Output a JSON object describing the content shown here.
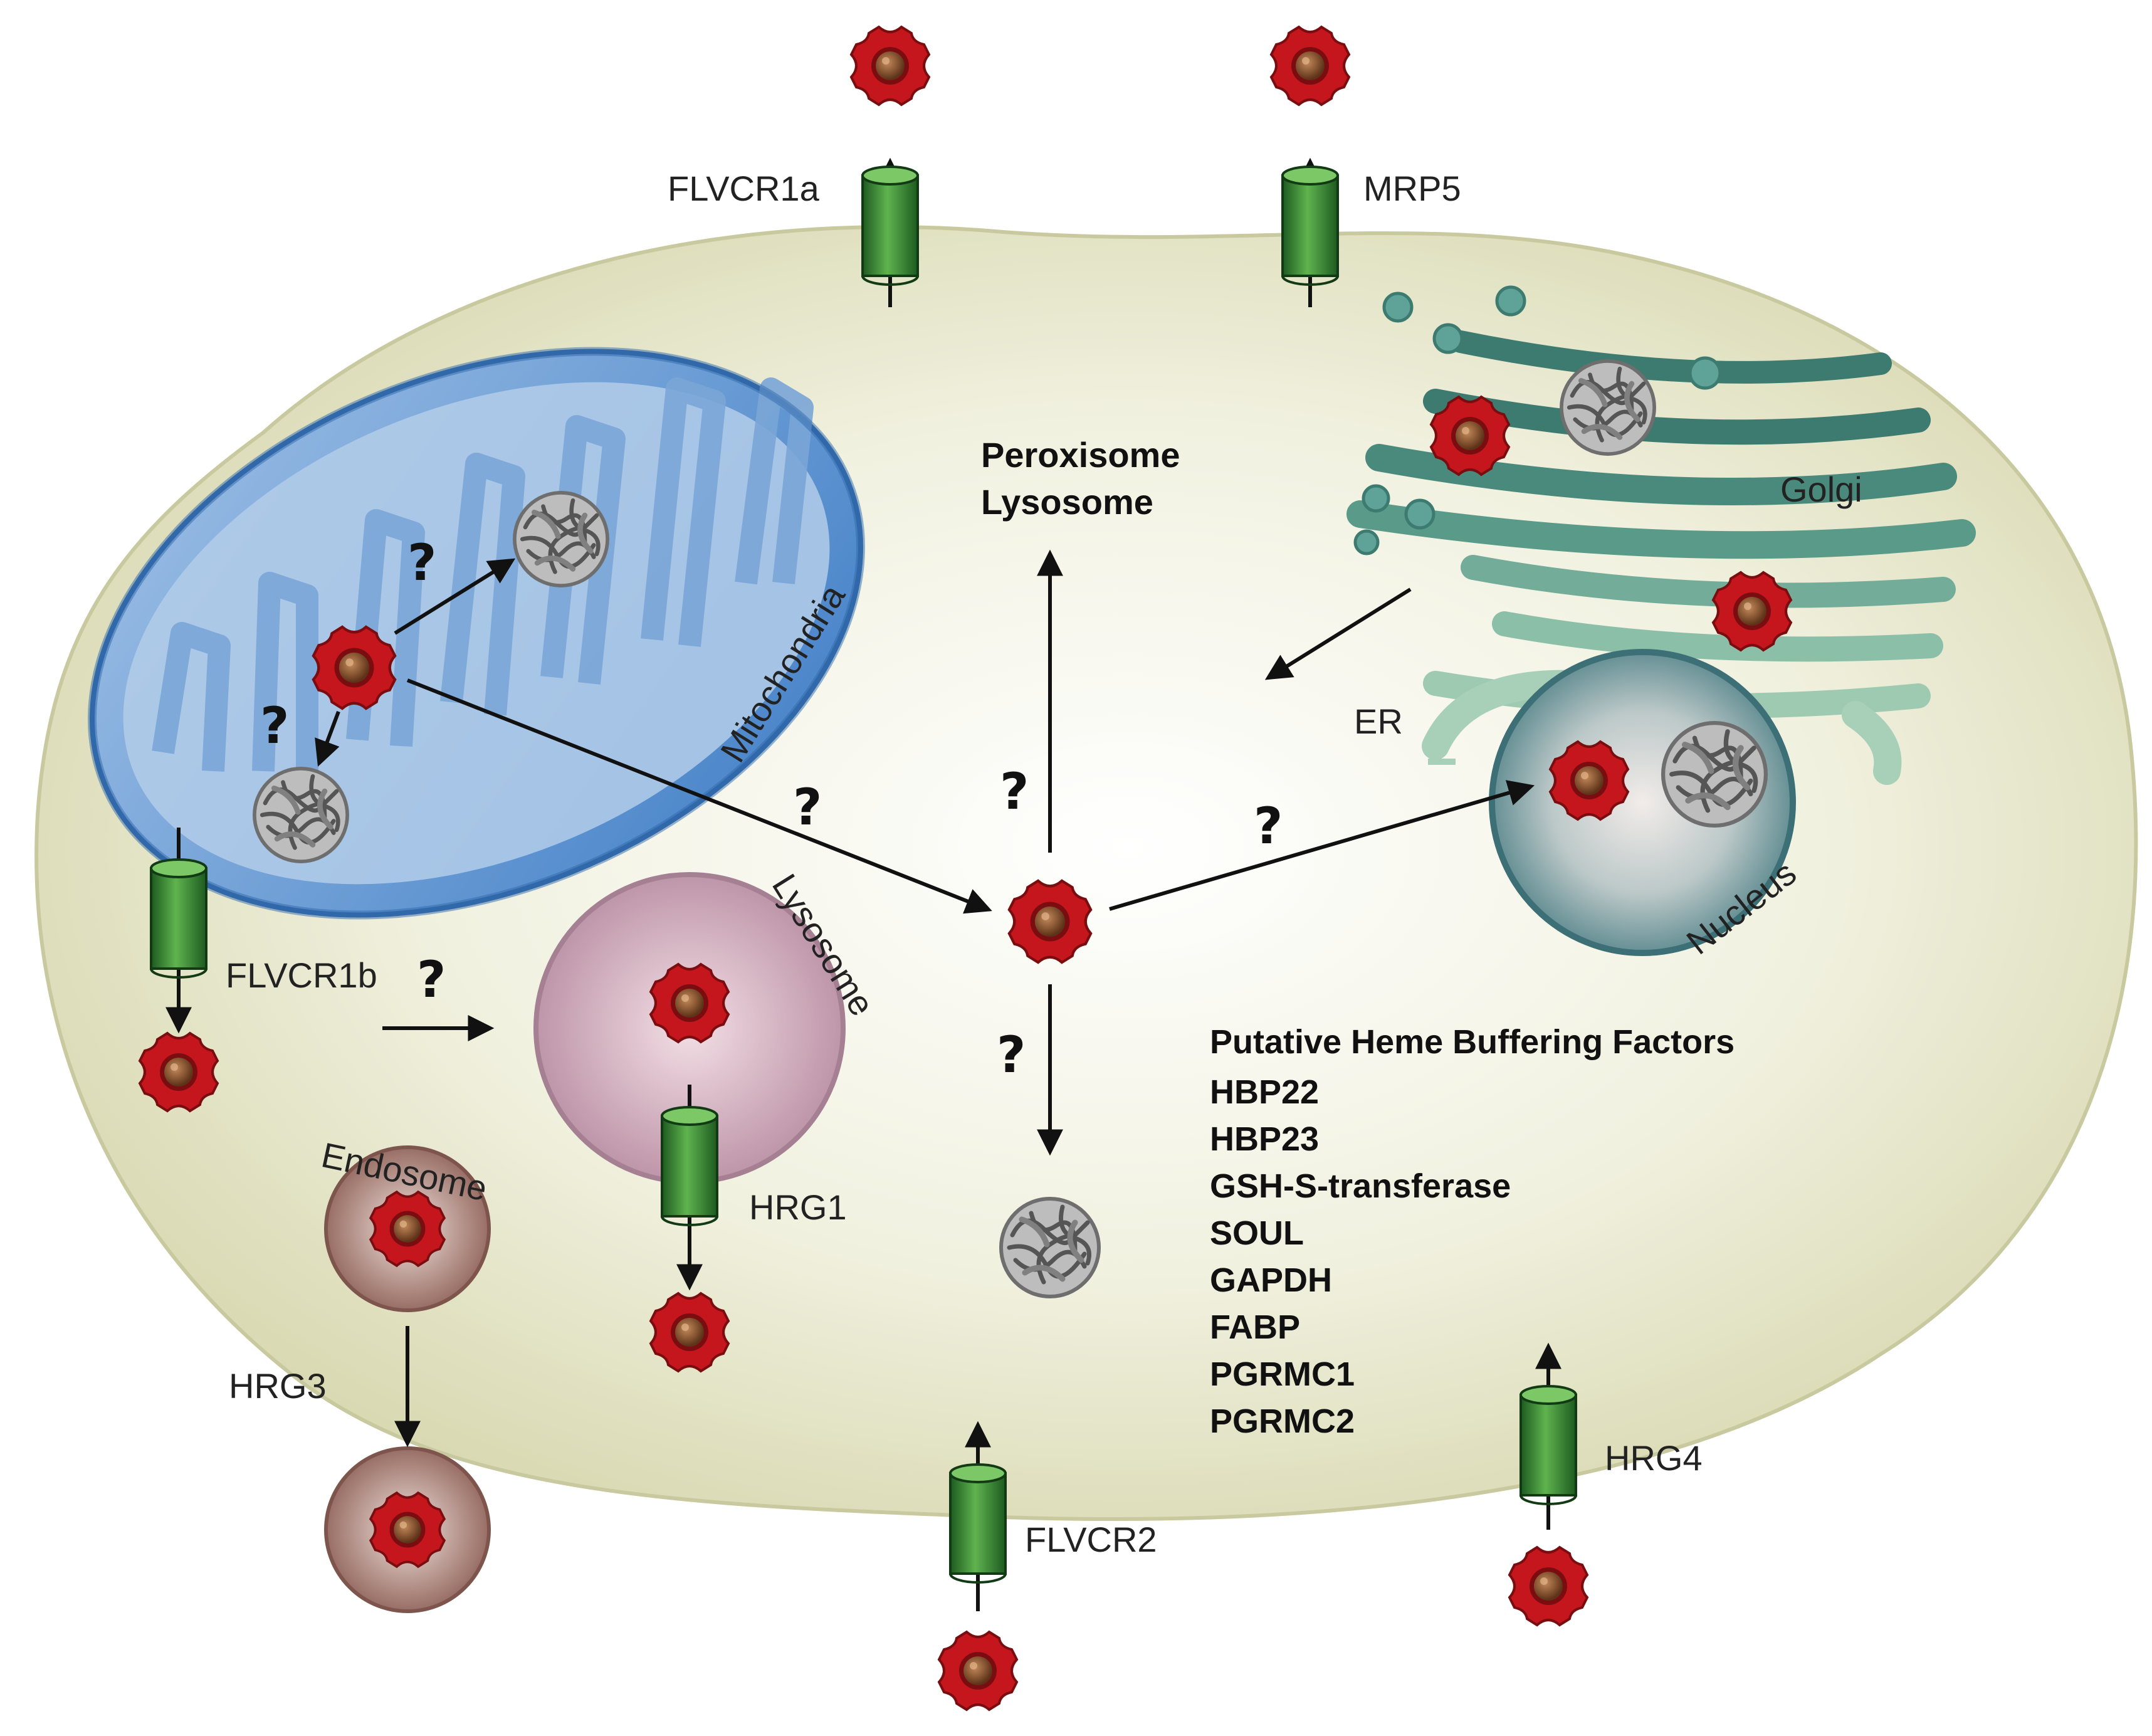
{
  "labels": {
    "mitochondria": "Mitochondria",
    "lysosome_organelle": "Lysosome",
    "endosome": "Endosome",
    "golgi": "Golgi",
    "er": "ER",
    "nucleus": "Nucleus",
    "peroxisome": "Peroxisome",
    "lysosome_target": "Lysosome"
  },
  "transporters": {
    "flvcr1a": "FLVCR1a",
    "mrp5": "MRP5",
    "flvcr1b": "FLVCR1b",
    "hrg1": "HRG1",
    "hrg3": "HRG3",
    "flvcr2": "FLVCR2",
    "hrg4": "HRG4"
  },
  "unknown_marker": "?",
  "buffering": {
    "title": "Putative Heme Buffering Factors",
    "factors": [
      "HBP22",
      "HBP23",
      "GSH-S-transferase",
      "SOUL",
      "GAPDH",
      "FABP",
      "PGRMC1",
      "PGRMC2"
    ]
  },
  "colors": {
    "cell_fill": "#dcdcb8",
    "mito_fill": "#6a9fd3",
    "lysosome_fill": "#d8b1c2",
    "endosome_fill": "#9b6e66",
    "nucleus_fill": "#5d8c92",
    "er_golgi": "#3d7b70",
    "transporter": "#2d8a30",
    "heme_red": "#c4161c",
    "heme_core": "#7a4a2a",
    "protein_gray": "#6e6e6e"
  }
}
